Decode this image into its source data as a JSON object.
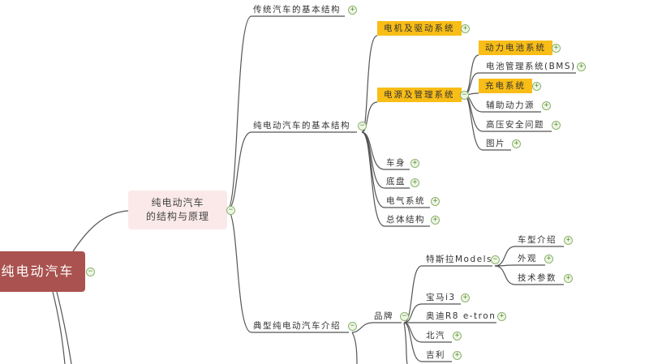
{
  "root": {
    "label": "纯电动汽车"
  },
  "center": {
    "line1": "纯电动汽车",
    "line2": "的结构与原理"
  },
  "l2": [
    "传统汽车的基本结构",
    "纯电动汽车的基本结构",
    "典型纯电动汽车介绍"
  ],
  "basic": [
    "电机及驱动系统",
    "电源及管理系统",
    "车身",
    "底盘",
    "电气系统",
    "总体结构"
  ],
  "power": [
    "动力电池系统",
    "电池管理系统(BMS)",
    "充电系统",
    "辅助动力源",
    "高压安全问题",
    "图片"
  ],
  "brand": {
    "label": "品牌",
    "items": [
      "特斯拉Models",
      "宝马i3",
      "奥迪R8 e-tron",
      "北汽",
      "吉利"
    ]
  },
  "tesla": [
    "车型介绍",
    "外观",
    "技术参数"
  ],
  "icons": {
    "expand": "+",
    "collapse": "−"
  },
  "colors": {
    "highlight": "#f8bd16",
    "root": "#a9524f",
    "center": "#fbe9e9"
  }
}
